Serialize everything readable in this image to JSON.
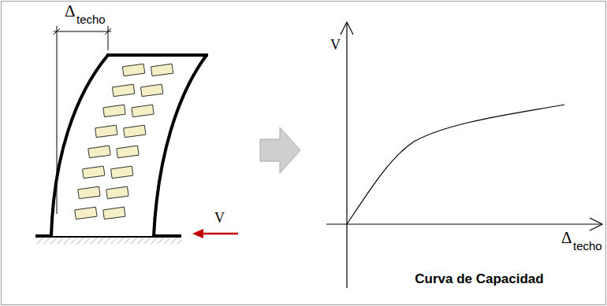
{
  "diagram": {
    "caption": "Curva de Capacidad",
    "labels": [
      "Δ",
      "techo",
      "V",
      "V",
      "Δ",
      "techo"
    ]
  }
}
